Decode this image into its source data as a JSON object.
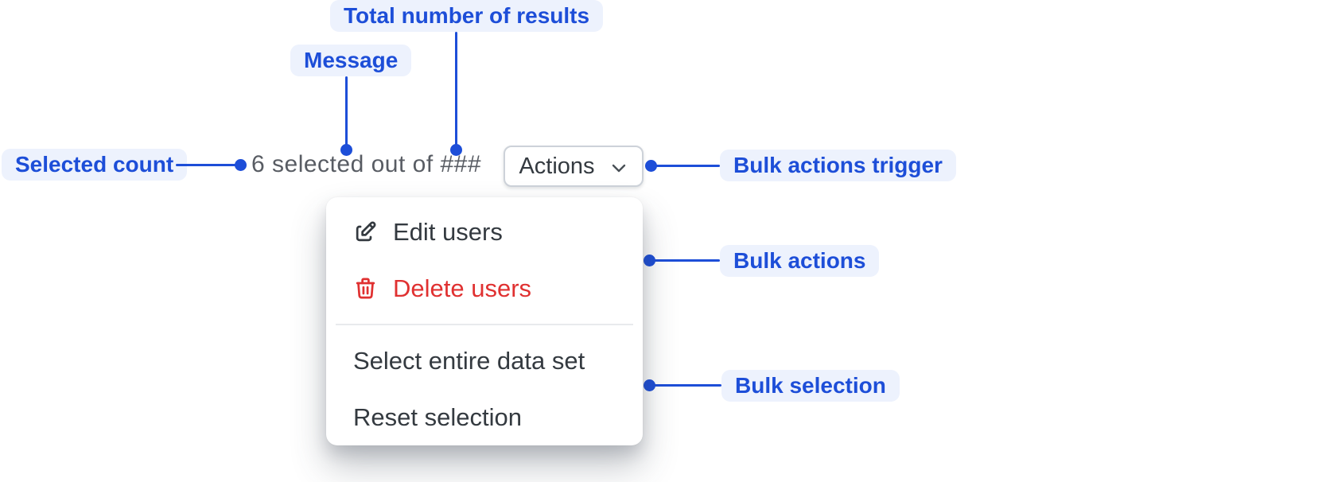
{
  "colors": {
    "accent": "#1d4ed8",
    "chip_bg": "#edf2fd",
    "ink": "#343a40",
    "danger": "#e03131",
    "muted": "#585c63",
    "btn_border": "#cdd2d9",
    "divider": "#e8eaed"
  },
  "annotations": {
    "total_results": "Total number of results",
    "message": "Message",
    "selected_count": "Selected count",
    "bulk_actions_trigger": "Bulk actions trigger",
    "bulk_actions": "Bulk actions",
    "bulk_selection": "Bulk selection"
  },
  "selection_bar": {
    "message": "6 selected out of ###",
    "actions_button_label": "Actions"
  },
  "menu": {
    "items": [
      {
        "label": "Edit users",
        "icon": "edit-icon",
        "danger": false
      },
      {
        "label": "Delete users",
        "icon": "trash-icon",
        "danger": true
      },
      {
        "label": "Select entire data set",
        "icon": null,
        "danger": false
      },
      {
        "label": "Reset selection",
        "icon": null,
        "danger": false
      }
    ]
  }
}
